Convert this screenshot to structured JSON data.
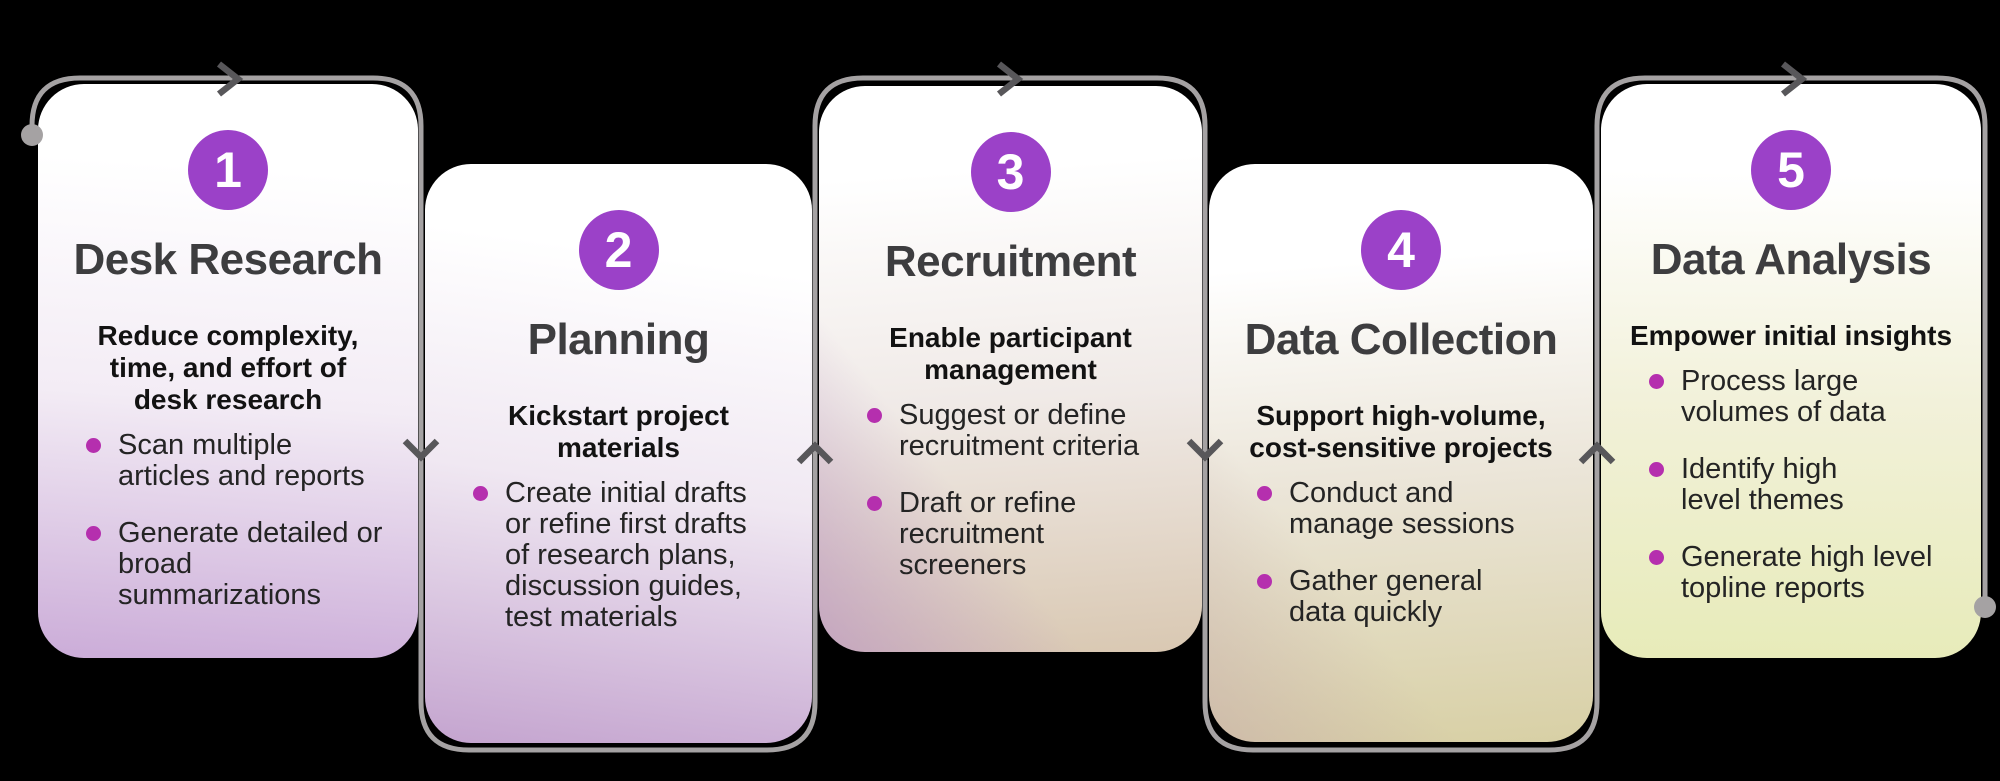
{
  "flow": {
    "line_color": "#a5a2a3",
    "arrow_color": "#58575a",
    "accent_circle_color": "#9b41c8",
    "bullet_dot_color": "#b52fae",
    "background_color": "#000000"
  },
  "cards": [
    {
      "number": "1",
      "title": "Desk Research",
      "subtitle": "Reduce complexity,\ntime, and effort of\ndesk research",
      "bullets": [
        "Scan multiple\narticles and reports",
        "Generate detailed or\nbroad summarizations"
      ]
    },
    {
      "number": "2",
      "title": "Planning",
      "subtitle": "Kickstart project\nmaterials",
      "bullets": [
        "Create initial drafts\nor refine first drafts\nof research plans,\ndiscussion guides,\ntest materials"
      ]
    },
    {
      "number": "3",
      "title": "Recruitment",
      "subtitle": "Enable participant\nmanagement",
      "bullets": [
        "Suggest or define\nrecruitment criteria",
        "Draft or refine\nrecruitment\nscreeners"
      ]
    },
    {
      "number": "4",
      "title": "Data Collection",
      "subtitle": "Support high-volume,\ncost-sensitive projects",
      "bullets": [
        "Conduct and\nmanage sessions",
        "Gather general\ndata quickly"
      ]
    },
    {
      "number": "5",
      "title": "Data Analysis",
      "subtitle": "Empower initial insights",
      "bullets": [
        "Process large\nvolumes of data",
        "Identify high\nlevel themes",
        "Generate high level\ntopline reports"
      ]
    }
  ]
}
